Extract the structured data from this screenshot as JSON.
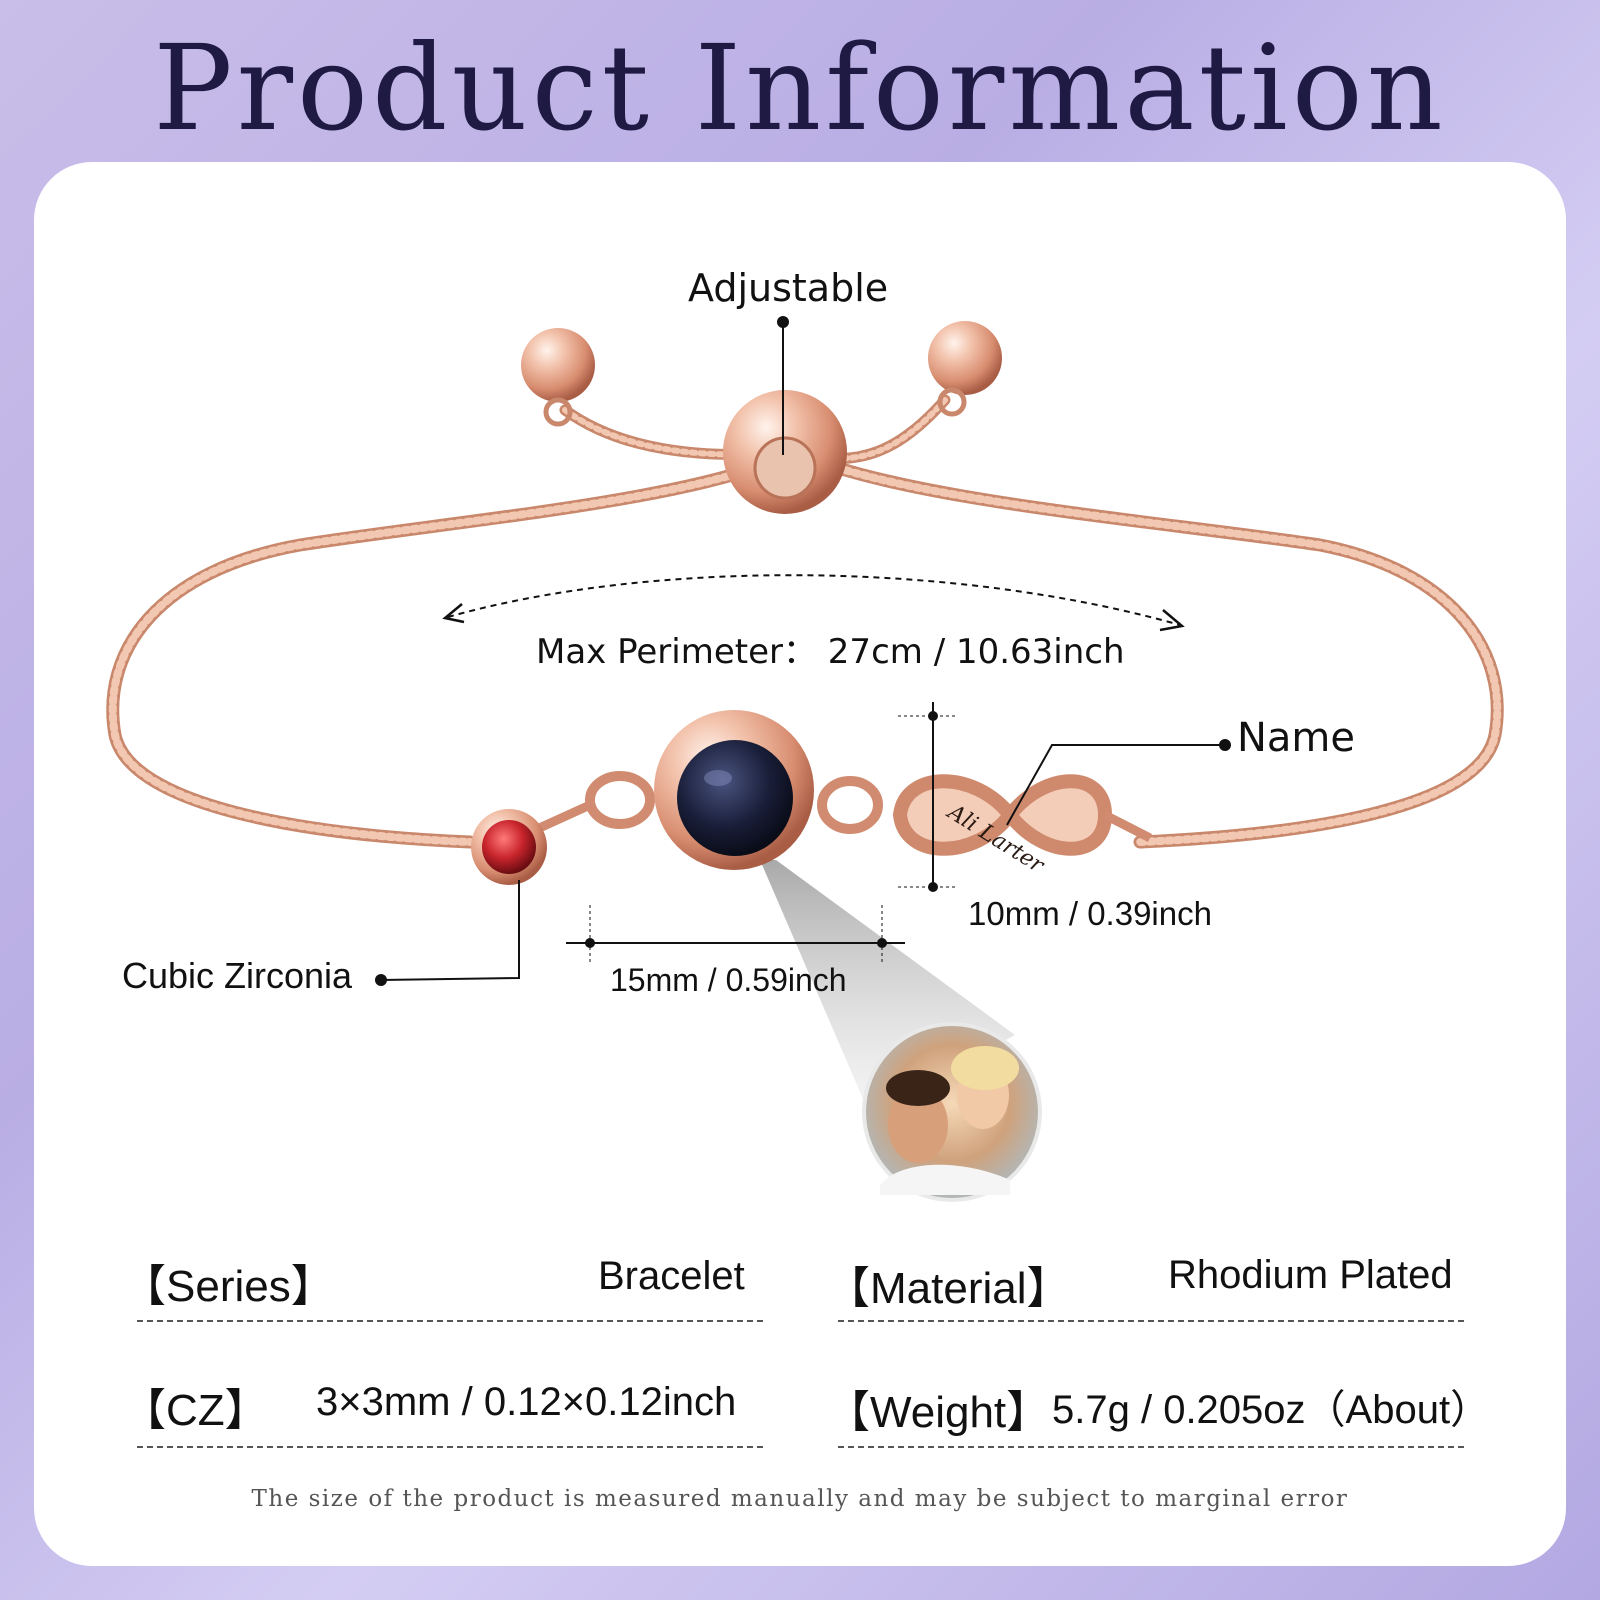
{
  "page_title": "Product Information",
  "labels": {
    "adjustable": "Adjustable",
    "max_perimeter": "Max Perimeter： 27cm / 10.63inch",
    "name": "Name",
    "engraving": "Ali Larter",
    "infinity_size": "10mm / 0.39inch",
    "charm_size": "15mm / 0.59inch",
    "stone": "Cubic Zirconia"
  },
  "specs": {
    "series_key": "【Series】",
    "series_value": "Bracelet",
    "material_key": "【Material】",
    "material_value": "Rhodium Plated",
    "cz_key": "【CZ】",
    "cz_value": "3×3mm / 0.12×0.12inch",
    "weight_key": "【Weight】",
    "weight_value": "5.7g / 0.205oz（About）"
  },
  "footnote": "The size of the product is measured manually and may be subject to marginal error",
  "colors": {
    "background": "#bdb2e6",
    "title": "#1f1a44",
    "rose_gold": "#e6a98f",
    "stone": "#c8242c",
    "lens": "#1a1f3a"
  }
}
